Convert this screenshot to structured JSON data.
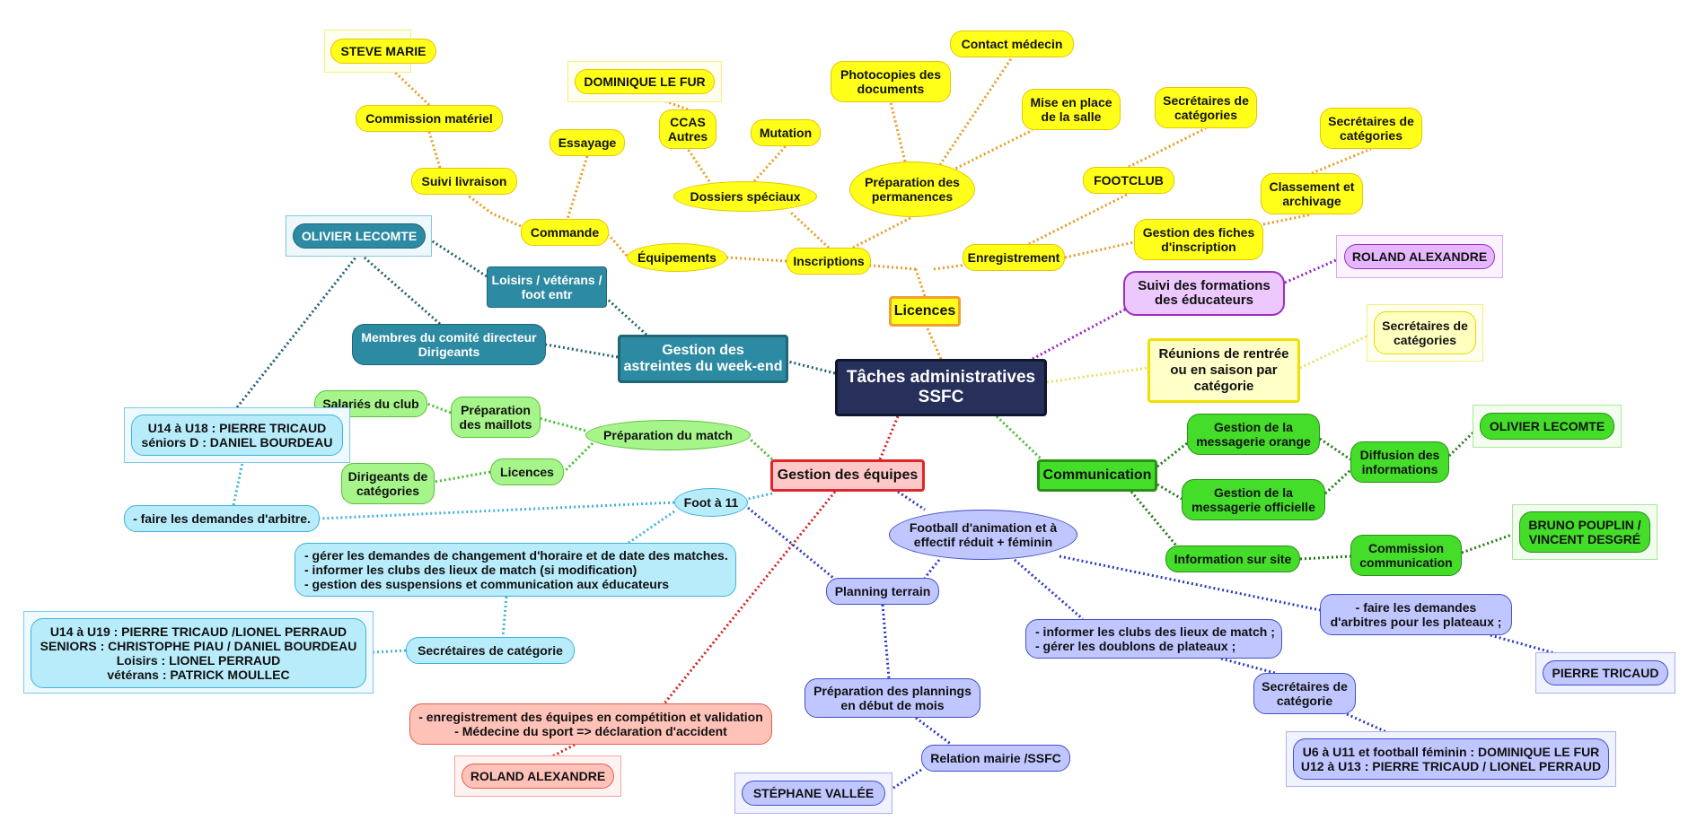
{
  "central": "Tâches administratives\nSSFC",
  "branches": {
    "licences": "Licences",
    "astreintes": "Gestion des\nastreintes du week-end",
    "equipes": "Gestion des équipes",
    "communication": "Communication",
    "formations": "Suivi des formations\ndes éducateurs",
    "reunions": "Réunions de rentrée\nou en saison par\ncatégorie"
  },
  "licences": {
    "inscriptions": "Inscriptions",
    "equipements": "Équipements",
    "commande": "Commande",
    "essayage": "Essayage",
    "suivi_livraison": "Suivi livraison",
    "commission_materiel": "Commission matériel",
    "steve_marie": "STEVE MARIE",
    "dossiers_speciaux": "Dossiers spéciaux",
    "ccas": "CCAS\nAutres",
    "dominique": "DOMINIQUE LE FUR",
    "mutation": "Mutation",
    "preparation_permanences": "Préparation des\npermanences",
    "photocopies": "Photocopies des\ndocuments",
    "contact_medecin": "Contact médecin",
    "mise_en_place": "Mise en place\nde la salle",
    "enregistrement": "Enregistrement",
    "footclub": "FOOTCLUB",
    "secretaires_1": "Secrétaires de\ncatégories",
    "gestion_fiches": "Gestion des fiches\nd'inscription",
    "classement": "Classement et\narchivage",
    "secretaires_2": "Secrétaires de\ncatégories"
  },
  "astreintes": {
    "loisirs": "Loisirs / vétérans /\nfoot entr",
    "olivier": "OLIVIER LECOMTE",
    "membres": "Membres du comité directeur\nDirigeants"
  },
  "formations": {
    "roland": "ROLAND ALEXANDRE"
  },
  "reunions": {
    "secretaires": "Secrétaires de\ncatégories"
  },
  "communication": {
    "orange": "Gestion de la\nmessagerie orange",
    "officielle": "Gestion de la\nmessagerie officielle",
    "diffusion": "Diffusion des\ninformations",
    "olivier": "OLIVIER LECOMTE",
    "site": "Information sur site",
    "commission": "Commission\ncommunication",
    "bruno": "BRUNO POUPLIN /\nVINCENT DESGRÉ"
  },
  "equipes": {
    "preparation_match": "Préparation du match",
    "salaries": "Salariés du club",
    "maillots": "Préparation\ndes maillots",
    "licences": "Licences",
    "dirigeants": "Dirigeants de\ncatégories",
    "u14_u18": "U14 à U18 : PIERRE TRICAUD\nséniors D : DANIEL BOURDEAU",
    "foot11": "Foot à 11",
    "arbitre": "- faire les demandes d'arbitre.",
    "gerer_demandes": "- gérer les demandes de changement d'horaire et de date des matches.\n- informer les clubs des lieux de match (si modification)\n- gestion des suspensions et communication aux éducateurs",
    "secretaires_cat": "Secrétaires de catégorie",
    "u14_u19": "U14 à U19 : PIERRE TRICAUD /LIONEL PERRAUD\nSENIORS : CHRISTOPHE PIAU / DANIEL BOURDEAU\nLoisirs : LIONEL PERRAUD\nvétérans : PATRICK MOULLEC",
    "enregistrement": "- enregistrement des équipes en compétition et validation\n- Médecine du sport => déclaration d'accident",
    "roland": "ROLAND ALEXANDRE",
    "football_animation": "Football d'animation et à\neffectif réduit + féminin",
    "planning_terrain": "Planning terrain",
    "preparation_plannings": "Préparation des plannings\nen début de mois",
    "relation_mairie": "Relation mairie /SSFC",
    "stephane": "STÉPHANE VALLÉE",
    "informer_clubs": "- informer les clubs des lieux de match ;\n- gérer les doublons de plateaux ;",
    "demandes_arbitres": "- faire les demandes\nd'arbitres pour les plateaux ;",
    "pierre": "PIERRE TRICAUD",
    "secretaires_cat2": "Secrétaires de\ncatégorie",
    "u6_u11": "U6 à U11 et football féminin : DOMINIQUE LE FUR\nU12 à U13 : PIERRE TRICAUD / LIONEL PERRAUD"
  },
  "colors": {
    "yellow": "#e89a20",
    "teal": "#1f5f70",
    "cyan": "#3fb3d8",
    "green": "#3fbf2a",
    "darkgreen": "#1e7a10",
    "red": "#d61e1e",
    "blue": "#2a3ac0",
    "purple": "#9a20c0",
    "paleyellow": "#e8e060"
  }
}
